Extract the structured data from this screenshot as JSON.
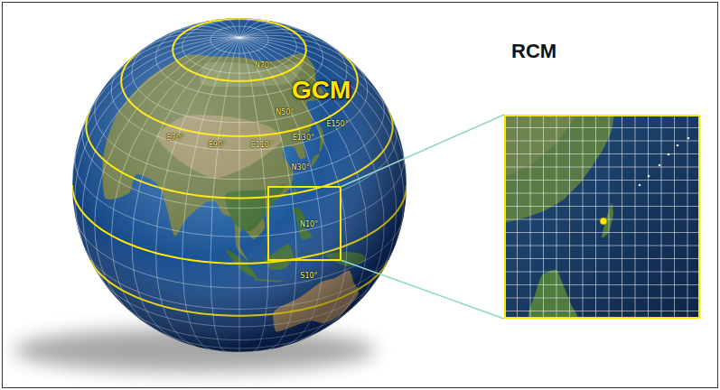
{
  "diagram": {
    "nodes": [
      {
        "text": [
          "GCM"
        ]
      },
      {
        "text": [
          "RCM"
        ]
      }
    ],
    "labels": [
      "N70°",
      "N50°",
      "N30°",
      "N10°",
      "S10°",
      "E70°",
      "E90°",
      "E110°",
      "E130°",
      "E150°"
    ]
  }
}
